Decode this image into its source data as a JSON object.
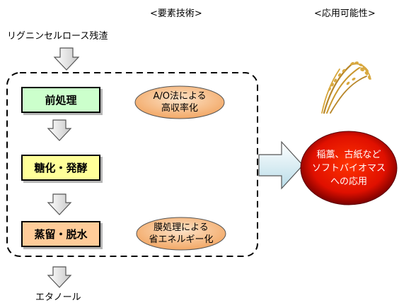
{
  "headers": {
    "element_tech": "<要素技術>",
    "application": "<応用可能性>"
  },
  "input_label": "リグニンセルロース残渣",
  "output_label": "エタノール",
  "steps": [
    {
      "label": "前処理",
      "color": "#ccffcc"
    },
    {
      "label": "糖化・発酵",
      "color": "#ffff99"
    },
    {
      "label": "蒸留・脱水",
      "color": "#ffcc99"
    }
  ],
  "notes": [
    {
      "line1": "A/O法による",
      "line2": "高収率化"
    },
    {
      "line1": "膜処理による",
      "line2": "省エネルギー化"
    }
  ],
  "application": {
    "line1": "稲藁、古紙など",
    "line2": "ソフトバイオマス",
    "line3": "への応用"
  },
  "icons": [
    "down-arrow-icon",
    "right-arrow-icon",
    "rice-plant-icon"
  ],
  "colors": {
    "note_fill": "#f7c08a",
    "app_fill_center": "#ff2200",
    "app_fill_edge": "#8a0000"
  }
}
